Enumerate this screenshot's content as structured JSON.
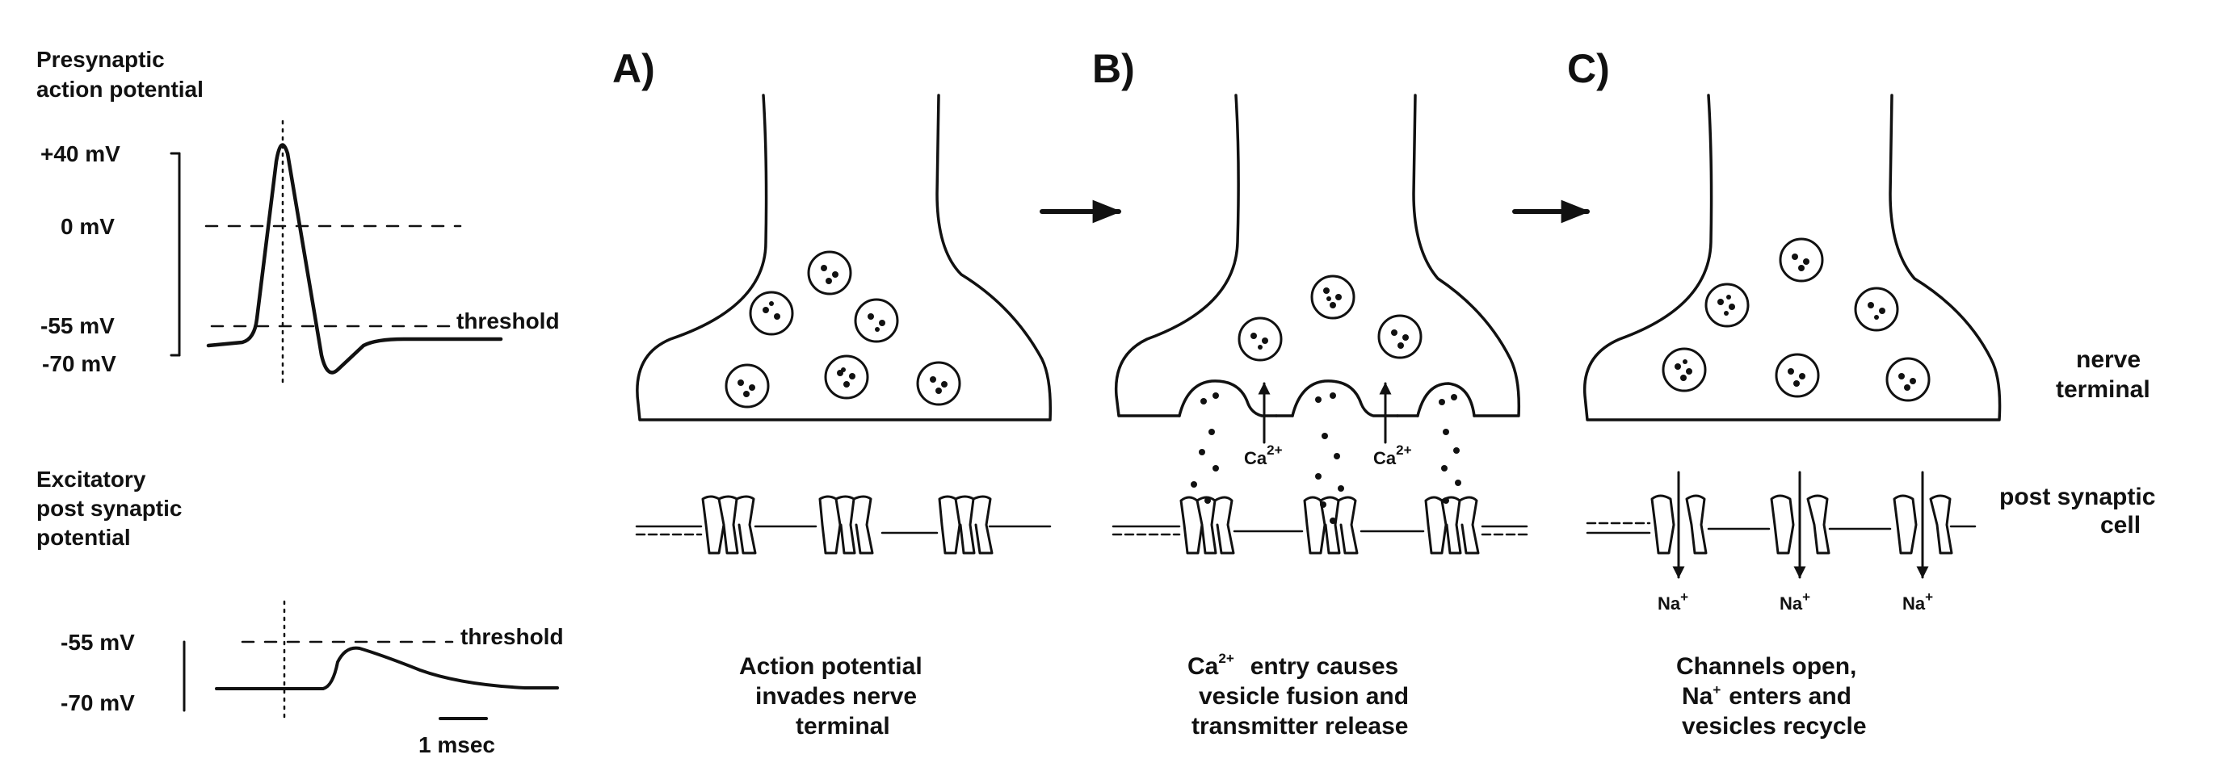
{
  "presynaptic": {
    "title_line1": "Presynaptic",
    "title_line2": "action potential",
    "ticks": [
      "+40 mV",
      "0 mV",
      "-55 mV",
      "-70 mV"
    ],
    "threshold": "threshold"
  },
  "epsp": {
    "title_line1": "Excitatory",
    "title_line2": "post synaptic",
    "title_line3": "potential",
    "ticks": [
      "-55 mV",
      "-70 mV"
    ],
    "threshold": "threshold",
    "scale": "1 msec"
  },
  "panels": {
    "a": {
      "label": "A)",
      "caption": [
        "Action potential",
        "invades nerve",
        "terminal"
      ]
    },
    "b": {
      "label": "B)",
      "caption_ca": "Ca",
      "caption_sup": "2+",
      "caption_rest": "entry causes",
      "caption": [
        "vesicle fusion and",
        "transmitter release"
      ],
      "ion": "Ca",
      "ion_sup": "2+"
    },
    "c": {
      "label": "C)",
      "caption_l1": "Channels open,",
      "caption_na": "Na",
      "caption_na_sup": "+",
      "caption_l2_rest": "enters and",
      "caption_l3": "vesicles recycle",
      "ion": "Na",
      "ion_sup": "+"
    }
  },
  "side_labels": {
    "nerve": [
      "nerve",
      "terminal"
    ],
    "post": [
      "post synaptic",
      "cell"
    ]
  }
}
